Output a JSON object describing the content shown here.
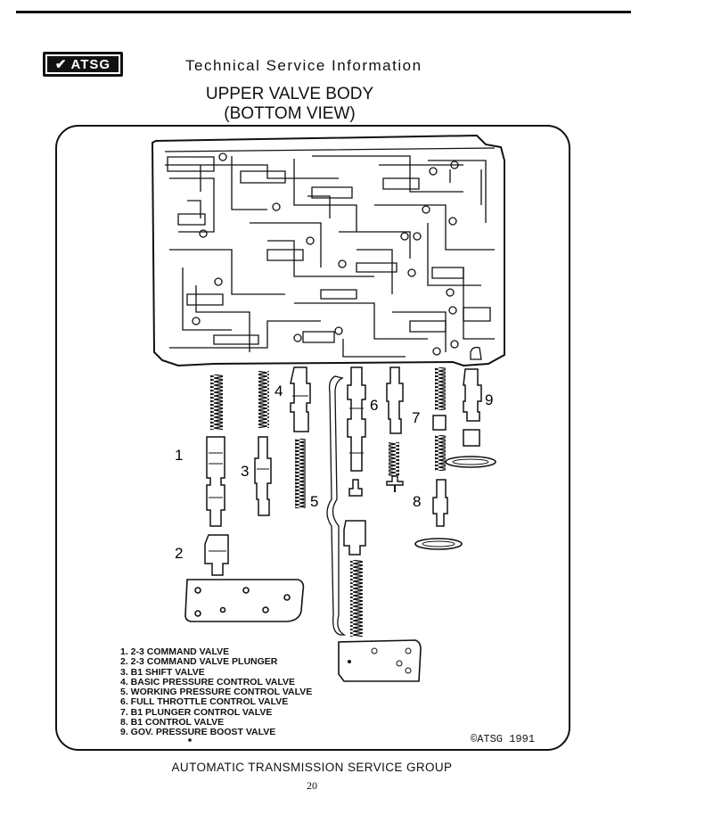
{
  "header": {
    "logo_text": "ATSG",
    "service_title": "Technical Service Information"
  },
  "title": {
    "line1": "UPPER VALVE BODY",
    "line2": "(BOTTOM VIEW)"
  },
  "callouts": [
    "1",
    "2",
    "3",
    "4",
    "5",
    "6",
    "7",
    "8",
    "9"
  ],
  "legend": [
    "1. 2-3 COMMAND VALVE",
    "2. 2-3 COMMAND VALVE PLUNGER",
    "3. B1 SHIFT VALVE",
    "4. BASIC PRESSURE CONTROL VALVE",
    "5. WORKING PRESSURE CONTROL VALVE",
    "6. FULL THROTTLE CONTROL VALVE",
    "7. B1 PLUNGER CONTROL VALVE",
    "8. B1 CONTROL VALVE",
    "9. GOV. PRESSURE BOOST VALVE"
  ],
  "copyright": "ATSG 1991",
  "footer": "AUTOMATIC TRANSMISSION SERVICE GROUP",
  "page_number": "20"
}
